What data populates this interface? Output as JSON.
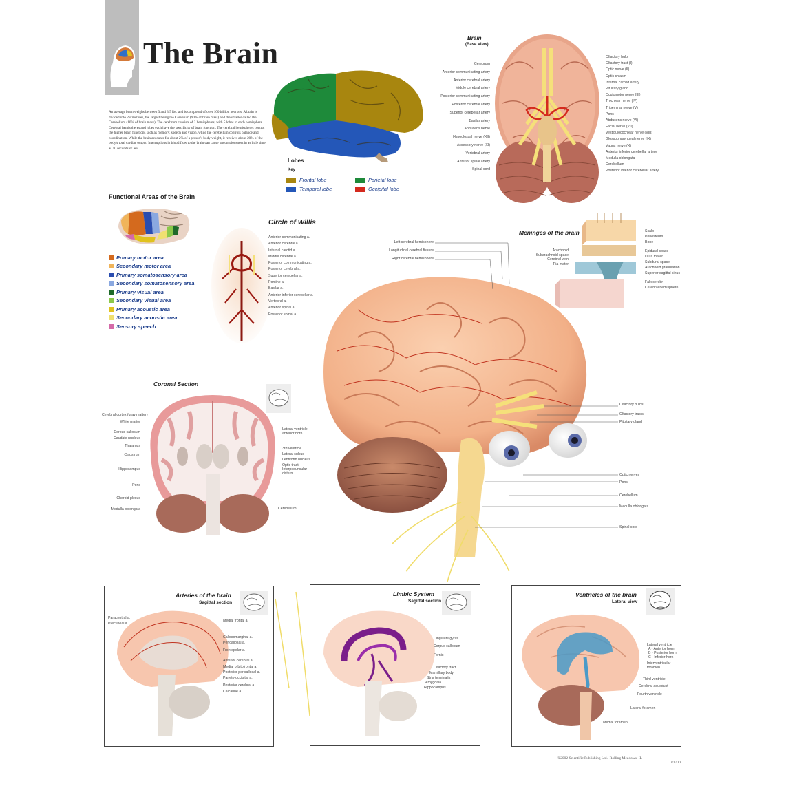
{
  "header": {
    "title": "The Brain",
    "intro": "An average brain weighs between 3 and 3.5 lbs. and is composed of over 100 billion neurons. A brain is divided into 2 structures, the largest being the Cerebrum (90% of brain mass) and the smaller called the Cerebellum (10% of brain mass). The cerebrum consists of 2 hemispheres, with 5 lobes in each hemisphere. Cerebral hemispheres and lobes each have the specificity of brain function. The cerebral hemispheres control the higher brain functions such as memory, speech and vision, while the cerebellum controls balance and coordination. While the brain accounts for about 2% of a person's body weight, it receives about 20% of the body's total cardiac output. Interruptions in blood flow to the brain can cause unconsciousness in as little time as 10 seconds or less."
  },
  "lobes": {
    "title": "Lobes",
    "key_label": "Key",
    "items": [
      {
        "label": "Frontal lobe",
        "color": "#a8860f"
      },
      {
        "label": "Parietal lobe",
        "color": "#1e8a3a"
      },
      {
        "label": "Temporal lobe",
        "color": "#2457b8"
      },
      {
        "label": "Occipital lobe",
        "color": "#d42a1e"
      }
    ]
  },
  "base_view": {
    "title": "Brain",
    "subtitle": "(Base View)",
    "left_labels": [
      "Cerebrum",
      "Anterior communicating artery",
      "Anterior cerebral artery",
      "Middle cerebral artery",
      "Posterior communicating artery",
      "Posterior cerebral artery",
      "Superior cerebellar artery",
      "Basilar artery",
      "Abducens nerve",
      "Hypoglossal nerve (XII)",
      "Accessory nerve (XI)",
      "Vertebral artery",
      "Anterior spinal artery",
      "Spinal cord"
    ],
    "right_labels": [
      "Olfactory bulb",
      "Olfactory tract (I)",
      "Optic nerve (II)",
      "Optic chiasm",
      "Internal carotid artery",
      "Pituitary gland",
      "Oculomotor nerve (III)",
      "Trochlear nerve (IV)",
      "Trigeminal nerve (V)",
      "Pons",
      "Abducens nerve (VI)",
      "Facial nerve (VII)",
      "Vestibulocochlear nerve (VIII)",
      "Glossopharyngeal nerve (IX)",
      "Vagus nerve (X)",
      "Anterior inferior cerebellar artery",
      "Medulla oblongata",
      "Cerebellum",
      "Posterior inferior cerebellar artery"
    ]
  },
  "functional": {
    "title": "Functional Areas of the Brain",
    "items": [
      {
        "label": "Primary motor area",
        "color": "#d46a1e"
      },
      {
        "label": "Secondary motor area",
        "color": "#f0b45a"
      },
      {
        "label": "Primary somatosensory area",
        "color": "#2a4db0"
      },
      {
        "label": "Secondary somatosensory area",
        "color": "#8aa8e0"
      },
      {
        "label": "Primary visual area",
        "color": "#1e6a2a"
      },
      {
        "label": "Secondary visual area",
        "color": "#8cc84a"
      },
      {
        "label": "Primary acoustic area",
        "color": "#e0c21e"
      },
      {
        "label": "Secondary acoustic area",
        "color": "#f0e070"
      },
      {
        "label": "Sensory speech",
        "color": "#d46aa8"
      }
    ]
  },
  "willis": {
    "title": "Circle of Willis",
    "labels": [
      "Anterior communicating a.",
      "Anterior cerebral a.",
      "Internal carotid a.",
      "Middle cerebral a.",
      "Posterior communicating a.",
      "Posterior cerebral a.",
      "Superior cerebellar a.",
      "Pontine a.",
      "Basilar a.",
      "Anterior inferior cerebellar a.",
      "Vertebral a.",
      "Anterior spinal a.",
      "Posterior spinal a."
    ]
  },
  "meninges": {
    "title": "Meninges of the brain",
    "right_labels": [
      "Scalp",
      "Periosteum",
      "Bone",
      "Epidural space",
      "Dura mater",
      "Subdural space",
      "Arachnoid granulation",
      "Superior sagittal sinus",
      "Falx cerebri",
      "Cerebral hemisphere"
    ],
    "left_labels": [
      "Arachnoid",
      "Subarachnoid space",
      "Cerebral vein",
      "Pia mater"
    ]
  },
  "main_brain": {
    "top_labels": [
      "Left cerebral hemisphere",
      "Longitudinal cerebral fissure",
      "Right cerebral hemisphere"
    ],
    "right_labels": [
      "Olfactory bulbs",
      "Olfactory tracts",
      "Pituitary gland",
      "Optic nerves",
      "Pons",
      "Cerebellum",
      "Medulla oblongata",
      "Spinal cord"
    ]
  },
  "coronal": {
    "title": "Coronal Section",
    "left_labels": [
      "Cerebral cortex (gray matter)",
      "White matter",
      "Corpus callosum",
      "Caudate nucleus",
      "Thalamus",
      "Claustrum",
      "Hippocampus",
      "Pons",
      "Choroid plexus",
      "Medulla oblongata"
    ],
    "right_labels": [
      "Lateral ventricle, anterior horn",
      "3rd ventricle",
      "Lateral sulcus",
      "Lentiform nucleus",
      "Optic tract",
      "Interpeduncular cistern",
      "Cerebellum"
    ]
  },
  "arteries": {
    "title": "Arteries of the brain",
    "subtitle": "Sagittal section",
    "left_labels": [
      "Paracentral a.",
      "Precuneal a."
    ],
    "right_labels": [
      "Medial frontal a.",
      "Callosomarginal a.",
      "Pericallosal a.",
      "Frontopolar a.",
      "Anterior cerebral a.",
      "Medial orbitofrontal a.",
      "Posterior pericallosal a.",
      "Parieto-occipital a.",
      "Posterior cerebral a.",
      "Calcarine a."
    ]
  },
  "limbic": {
    "title": "Limbic System",
    "subtitle": "Sagittal section",
    "right_labels": [
      "Cingulate gyrus",
      "Corpus callosum",
      "Fornix",
      "Olfactory tract",
      "Mamillary body",
      "Stria terminalis",
      "Amygdala",
      "Hippocampus"
    ]
  },
  "ventricles": {
    "title": "Ventricles of the brain",
    "subtitle": "Lateral view",
    "right_labels": [
      "Lateral ventricle",
      "A - Anterior horn",
      "B - Posterior horn",
      "C - Inferior horn",
      "Interventricular foramen",
      "Third ventricle",
      "Cerebral aqueduct",
      "Fourth ventricle",
      "Lateral foramen",
      "Medial foramen"
    ]
  },
  "footer": {
    "copyright": "©2002 Scientific Publishing Ltd., Rolling Meadows, IL",
    "code": "#1700"
  }
}
